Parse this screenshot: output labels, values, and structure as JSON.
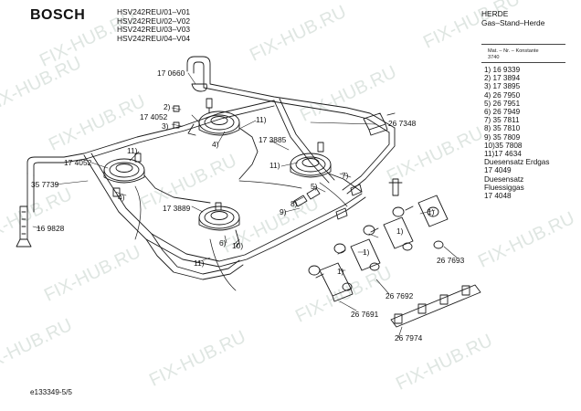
{
  "brand": "BOSCH",
  "models": [
    "HSV242REU/01–V01",
    "HSV242REU/02–V02",
    "HSV242REU/03–V03",
    "HSV242REU/04–V04"
  ],
  "product": {
    "line1": "HERDE",
    "line2": "Gas–Stand–Herde"
  },
  "material_header": {
    "line1": "Mat. – Nr. – Konstante",
    "line2": "3740"
  },
  "parts_list": [
    "1) 16 9339",
    "2) 17 3894",
    "3) 17 3895",
    "4) 26 7950",
    "5) 26 7951",
    "6) 26 7949",
    "7) 35 7811",
    "8) 35 7810",
    "9) 35 7809",
    "10)35 7808",
    "11)17 4634",
    "Duesensatz Erdgas",
    "17 4049",
    "Duesensatz",
    "Fluessiggas",
    "17 4048"
  ],
  "footer_code": "e133349-5/5",
  "watermark_text": "FIX-HUB.RU",
  "callouts": {
    "c170660": "17 0660",
    "c2": "2)",
    "c174052a": "17 4052",
    "c3": "3)",
    "c11a": "11)",
    "c4a": "4)",
    "c173885": "17 3885",
    "c267348": "26 7348",
    "c11b": "11)",
    "c11c": "11)",
    "c174052b": "17 4052",
    "c357739": "35 7739",
    "c4b": "4)",
    "c7": "7)",
    "c5": "5)",
    "c8": "8)",
    "c9": "9)",
    "c173889": "17 3889",
    "c169828": "16 9828",
    "c6": "6)",
    "c10": "10)",
    "c11d": "11)",
    "c1a": "1)",
    "c1b": "1)",
    "c1c": "1)",
    "c267693": "26 7693",
    "c1d": "1)",
    "c267692": "26 7692",
    "c267691": "26 7691",
    "c267974": "26 7974"
  },
  "colors": {
    "line": "#1a1a1a",
    "watermark": "#dfe6e2",
    "background": "#ffffff"
  }
}
